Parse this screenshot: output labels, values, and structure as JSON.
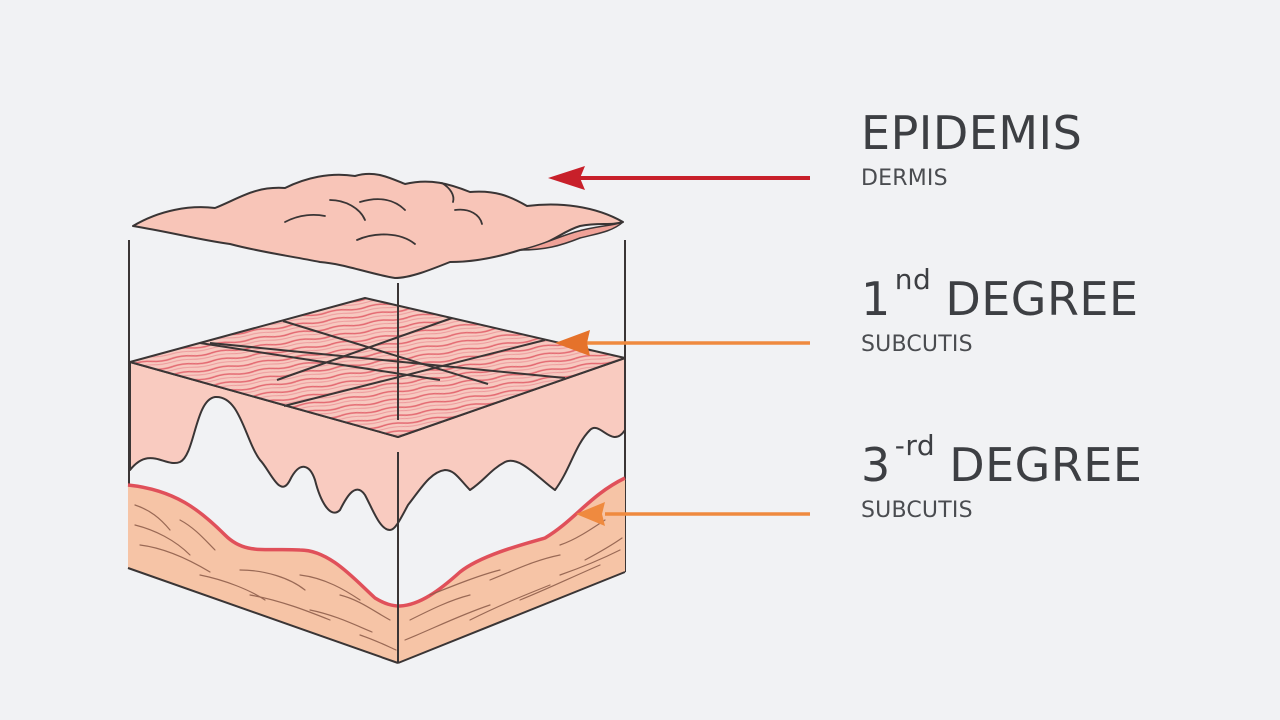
{
  "labels": {
    "epidermis": {
      "title": "EPIDEMIS",
      "subtitle": "DERMIS",
      "arrow_color": "#c8202a"
    },
    "first_degree": {
      "number": "1",
      "suffix": "nd",
      "word": "DEGREE",
      "subtitle": "SUBCUTIS",
      "arrow_color": "#ef8a3f"
    },
    "third_degree": {
      "number": "3",
      "suffix": "-rd",
      "word": "DEGREE",
      "subtitle": "SUBCUTIS",
      "arrow_color": "#ef8a3f"
    }
  },
  "illustration": {
    "subject": "skin-layers-cross-section",
    "colors": {
      "background": "#f1f2f4",
      "epidermis_fill": "#f8c5b8",
      "dermis_fill": "#f9cbc0",
      "dermis_stripes": "#e46a72",
      "subcutis_fill": "#f6c4a6",
      "subcutis_border": "#e0505a",
      "outline": "#3a3535"
    }
  }
}
